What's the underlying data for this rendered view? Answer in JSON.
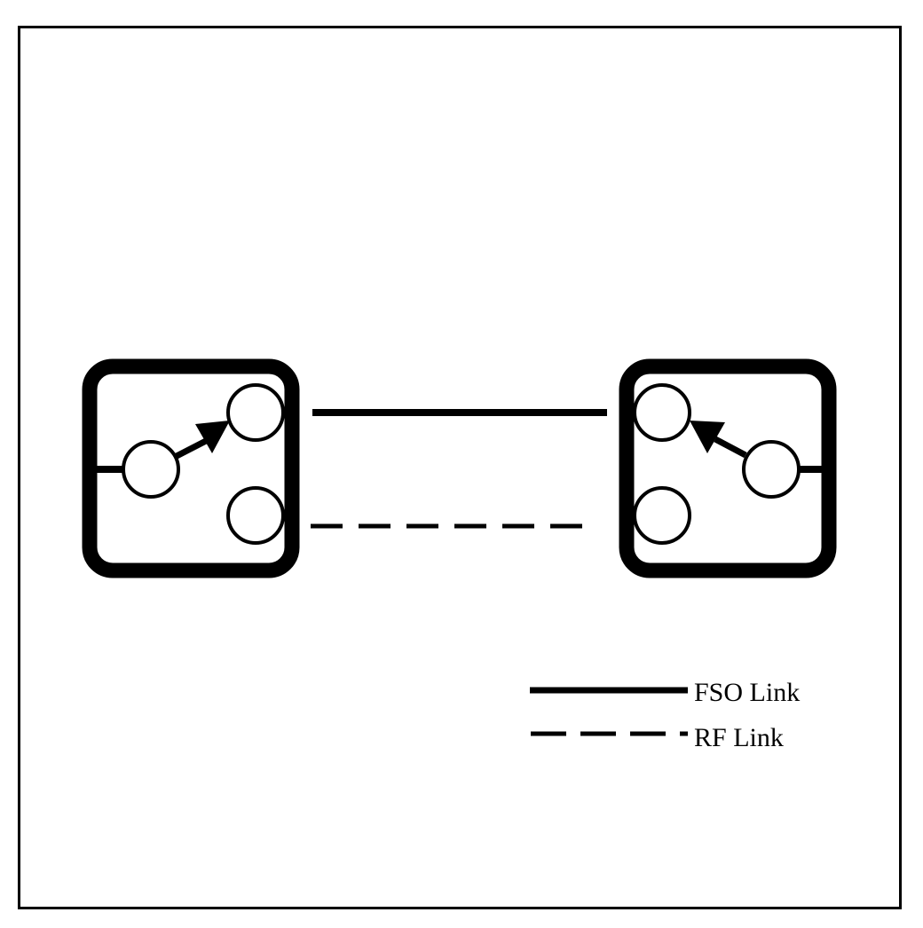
{
  "diagram": {
    "nodes": [
      {
        "id": "left-switch-node",
        "role": "switch",
        "selected_output": "upper"
      },
      {
        "id": "right-switch-node",
        "role": "switch",
        "selected_output": "upper"
      }
    ],
    "links": [
      {
        "id": "fso-link",
        "style": "solid"
      },
      {
        "id": "rf-link",
        "style": "dashed"
      }
    ]
  },
  "legend": {
    "items": [
      {
        "style": "solid",
        "label": "FSO Link"
      },
      {
        "style": "dashed",
        "label": "RF Link"
      }
    ]
  },
  "colors": {
    "stroke": "#000000",
    "background": "#ffffff"
  }
}
